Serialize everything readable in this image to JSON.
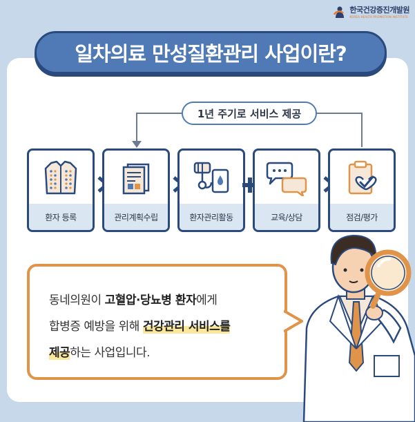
{
  "logo": {
    "name_ko": "한국건강증진개발원",
    "name_en": "KOREA HEALTH PROMOTION INSTITUTE",
    "colors": {
      "navy": "#2d3f6b",
      "orange": "#e07b2e"
    }
  },
  "title": "일차의료 만성질환관리 사업이란?",
  "cycle_label": "1년 주기로 서비스 제공",
  "steps": [
    {
      "label": "환자 등록",
      "icon": "vest-icon"
    },
    {
      "label": "관리계획수립",
      "icon": "documents-icon"
    },
    {
      "label": "환자관리활동",
      "icon": "blood-pressure-glucose-icon"
    },
    {
      "label": "교육/상담",
      "icon": "speech-bubbles-icon"
    },
    {
      "label": "점검/평가",
      "icon": "clipboard-check-icon"
    }
  ],
  "description": {
    "line1_a": "동네의원이 ",
    "line1_b": "고혈압·당뇨병 환자",
    "line1_c": "에게",
    "line2_a": "합병증 예방을 위해 ",
    "line2_b": "건강관리 서비스를",
    "line3_a": "제공",
    "line3_b": "하는 사업입니다."
  },
  "colors": {
    "background": "#c7d8ea",
    "title_fill": "#4f7ab6",
    "border_navy": "#2a4a7d",
    "accent_orange": "#e0944a",
    "highlight_yellow": "#fbe79b"
  }
}
